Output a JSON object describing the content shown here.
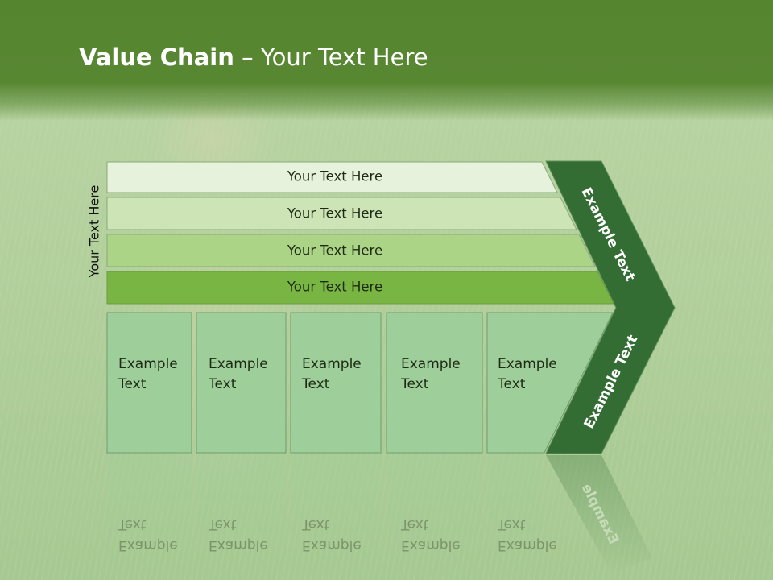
{
  "title": {
    "bold": "Value Chain",
    "rest": " – Your Text Here"
  },
  "side_label": "Your Text Here",
  "rows": [
    {
      "label": "Your Text Here",
      "fill": "#e6f2dc"
    },
    {
      "label": "Your Text Here",
      "fill": "#cde5b6"
    },
    {
      "label": "Your Text Here",
      "fill": "#acd487"
    },
    {
      "label": "Your Text Here",
      "fill": "#79b542"
    }
  ],
  "boxes": [
    {
      "line1": "Example",
      "line2": "Text"
    },
    {
      "line1": "Example",
      "line2": "Text"
    },
    {
      "line1": "Example",
      "line2": "Text"
    },
    {
      "line1": "Example",
      "line2": "Text"
    },
    {
      "line1": "Example",
      "line2": "Text"
    }
  ],
  "arrow": {
    "top_label": "Example Text",
    "bottom_label": "Example Text",
    "reflection_label": "Example",
    "fill": "#336d33"
  },
  "colors": {
    "header": "#588732",
    "box_fill": "#9ecf9b",
    "box_stroke": "#6e9c6e"
  }
}
